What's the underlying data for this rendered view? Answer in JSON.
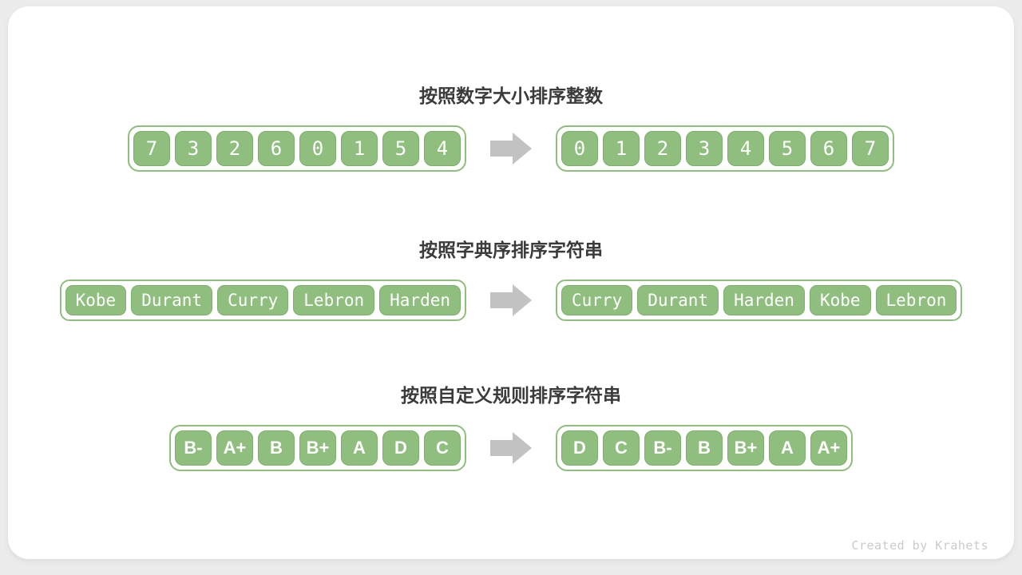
{
  "colors": {
    "green": "#8fbe7e",
    "green_border": "#7db06a",
    "arrow": "#c2c2c2",
    "title": "#3b3b3b",
    "credit": "#cbcbcb",
    "page_bg": "#ececec",
    "card_bg": "#ffffff"
  },
  "footer": {
    "credit": "Created by Krahets"
  },
  "sections": [
    {
      "title": "按照数字大小排序整数",
      "style": "digits",
      "before": [
        "7",
        "3",
        "2",
        "6",
        "0",
        "1",
        "5",
        "4"
      ],
      "after": [
        "0",
        "1",
        "2",
        "3",
        "4",
        "5",
        "6",
        "7"
      ]
    },
    {
      "title": "按照字典序排序字符串",
      "style": "words",
      "before": [
        "Kobe",
        "Durant",
        "Curry",
        "Lebron",
        "Harden"
      ],
      "after": [
        "Curry",
        "Durant",
        "Harden",
        "Kobe",
        "Lebron"
      ]
    },
    {
      "title": "按照自定义规则排序字符串",
      "style": "grades",
      "before": [
        "B-",
        "A+",
        "B",
        "B+",
        "A",
        "D",
        "C"
      ],
      "after": [
        "D",
        "C",
        "B-",
        "B",
        "B+",
        "A",
        "A+"
      ]
    }
  ]
}
